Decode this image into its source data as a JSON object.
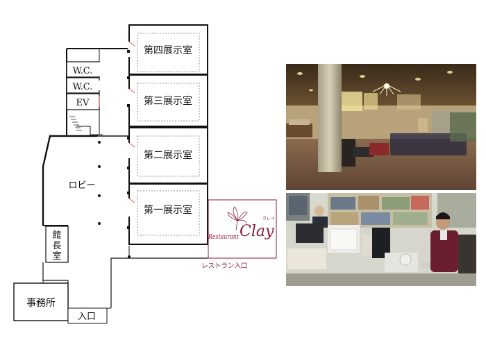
{
  "floor_plan": {
    "rooms": {
      "exhibit_4": "第四展示室",
      "exhibit_3": "第三展示室",
      "exhibit_2": "第二展示室",
      "exhibit_1": "第一展示室",
      "wc_upper": "W.C.",
      "wc_lower": "W.C.",
      "elevator": "EV",
      "lobby": "ロビー",
      "director_room": [
        "館",
        "長",
        "室"
      ],
      "office": "事務所",
      "entrance": "入口"
    },
    "restaurant": {
      "word": "Restaurant",
      "name": "Clay",
      "kana": "クレイ",
      "entrance_label": "レストラン入口"
    }
  },
  "colors": {
    "wall": "#111111",
    "restaurant_accent": "#8b1a3a",
    "dashed_outline": "#777777"
  }
}
